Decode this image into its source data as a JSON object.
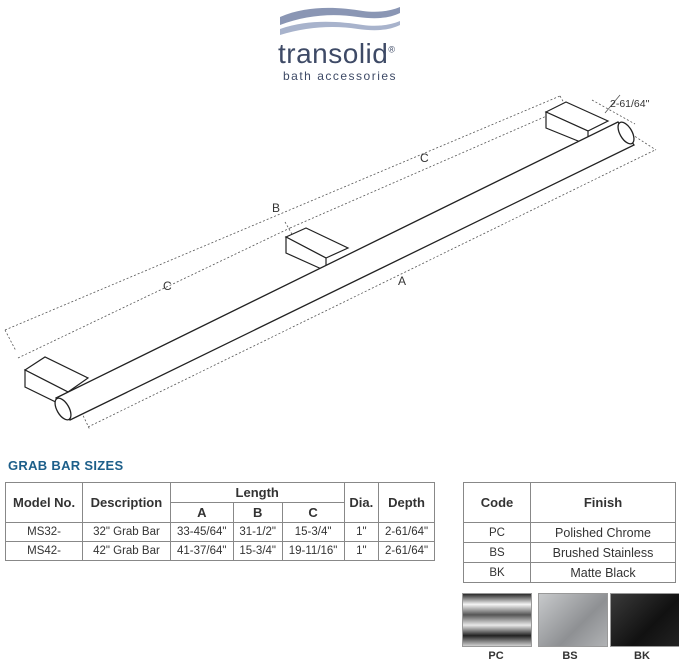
{
  "brand": {
    "name": "transolid",
    "registered": "®",
    "tagline": "bath accessories"
  },
  "drawing": {
    "labels": {
      "a": "A",
      "b": "B",
      "c_left": "C",
      "c_right": "C",
      "depth": "2-61/64\""
    }
  },
  "sizes": {
    "title": "GRAB BAR SIZES",
    "headers": {
      "model": "Model No.",
      "description": "Description",
      "length": "Length",
      "a": "A",
      "b": "B",
      "c": "C",
      "dia": "Dia.",
      "depth": "Depth"
    },
    "rows": [
      {
        "model": "MS32-",
        "description": "32\" Grab Bar",
        "a": "33-45/64\"",
        "b": "31-1/2\"",
        "c": "15-3/4\"",
        "dia": "1\"",
        "depth": "2-61/64\""
      },
      {
        "model": "MS42-",
        "description": "42\" Grab Bar",
        "a": "41-37/64\"",
        "b": "15-3/4\"",
        "c": "19-11/16\"",
        "dia": "1\"",
        "depth": "2-61/64\""
      }
    ]
  },
  "finishes": {
    "headers": {
      "code": "Code",
      "finish": "Finish"
    },
    "rows": [
      {
        "code": "PC",
        "finish": "Polished Chrome"
      },
      {
        "code": "BS",
        "finish": "Brushed Stainless"
      },
      {
        "code": "BK",
        "finish": "Matte Black"
      }
    ],
    "swatches": [
      {
        "code": "PC",
        "color": "#cfd3d8"
      },
      {
        "code": "BS",
        "color": "#a9abad"
      },
      {
        "code": "BK",
        "color": "#1a1a1a"
      }
    ]
  }
}
